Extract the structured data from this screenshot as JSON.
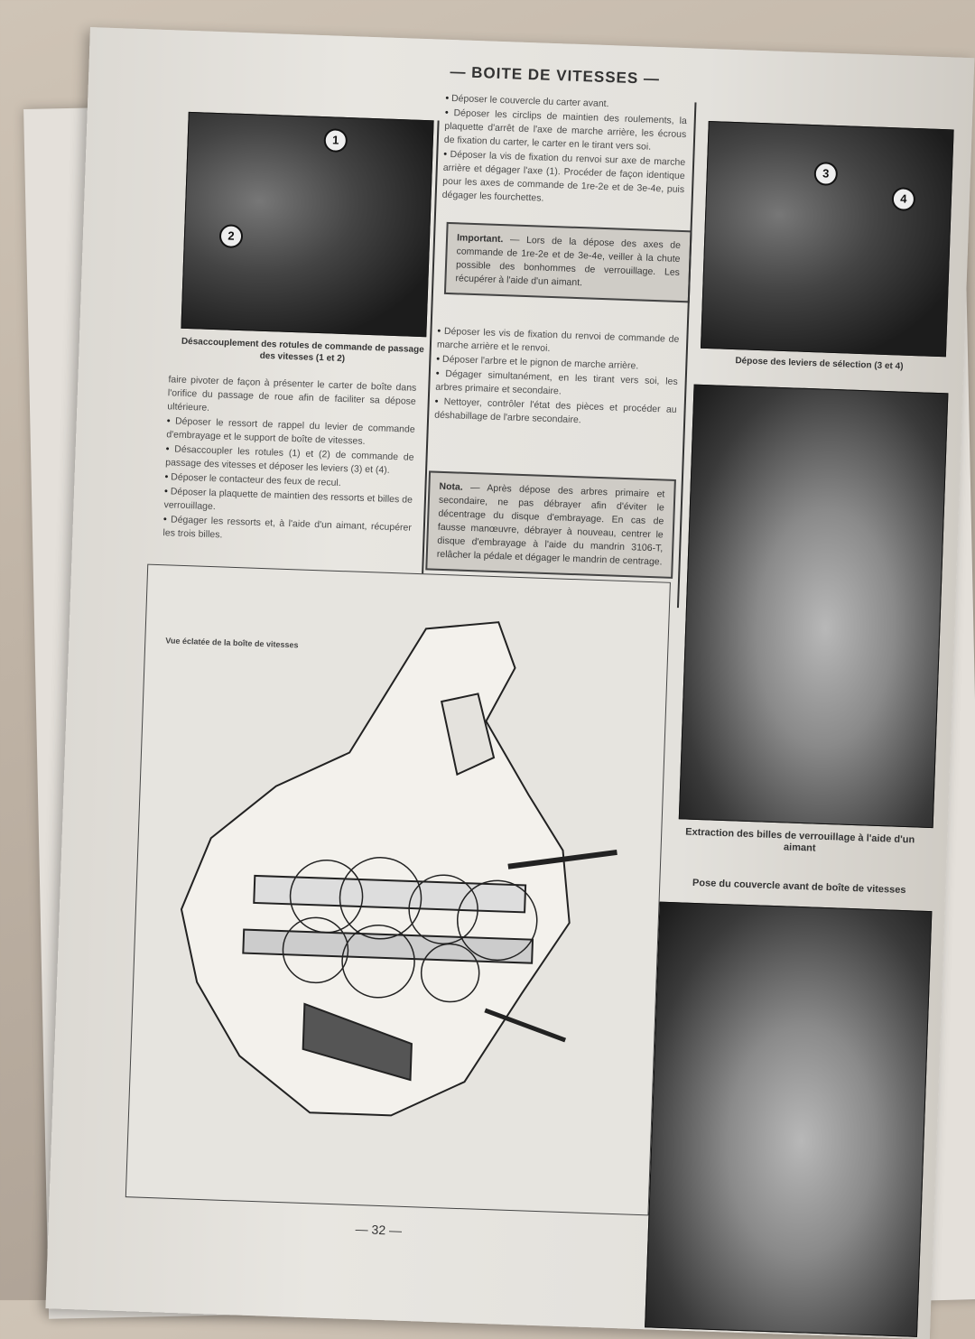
{
  "document": {
    "header": "— BOITE DE VITESSES —",
    "page_number": "— 32 —",
    "figures": {
      "top_left": {
        "markers": [
          "1",
          "2"
        ],
        "caption": "Désaccouplement des rotules de commande de passage des vitesses (1 et 2)"
      },
      "top_right": {
        "markers": [
          "3",
          "4"
        ],
        "caption": "Dépose des leviers de sélection (3 et 4)"
      },
      "middle_right": {
        "caption": "Extraction des billes de verrouillage à l'aide d'un aimant"
      },
      "bottom_right": {
        "caption": "Pose du couvercle avant de boîte de vitesses"
      },
      "diagram": {
        "title": "Vue éclatée de la boîte de vitesses"
      }
    },
    "left_column": [
      {
        "bullet": false,
        "text": "faire pivoter de façon à présenter le carter de boîte dans l'orifice du passage de roue afin de faciliter sa dépose ultérieure."
      },
      {
        "bullet": true,
        "text": "Déposer le ressort de rappel du levier de commande d'embrayage et le support de boîte de vitesses."
      },
      {
        "bullet": true,
        "text": "Désaccoupler les rotules (1) et (2) de commande de passage des vitesses et déposer les leviers (3) et (4)."
      },
      {
        "bullet": true,
        "text": "Déposer le contacteur des feux de recul."
      },
      {
        "bullet": true,
        "text": "Déposer la plaquette de maintien des ressorts et billes de verrouillage."
      },
      {
        "bullet": true,
        "text": "Dégager les ressorts et, à l'aide d'un aimant, récupérer les trois billes."
      }
    ],
    "right_column_top": [
      {
        "bullet": true,
        "text": "Déposer le couvercle du carter avant."
      },
      {
        "bullet": true,
        "text": "Déposer les circlips de maintien des roulements, la plaquette d'arrêt de l'axe de marche arrière, les écrous de fixation du carter, le carter en le tirant vers soi."
      },
      {
        "bullet": true,
        "text": "Déposer la vis de fixation du renvoi sur axe de marche arrière et dégager l'axe (1). Procéder de façon identique pour les axes de commande de 1re-2e et de 3e-4e, puis dégager les fourchettes."
      }
    ],
    "important_box": {
      "label": "Important.",
      "text": " — Lors de la dépose des axes de commande de 1re-2e et de 3e-4e, veiller à la chute possible des bonhommes de verrouillage. Les récupérer à l'aide d'un aimant."
    },
    "right_column_bottom": [
      {
        "bullet": true,
        "text": "Déposer les vis de fixation du renvoi de commande de marche arrière et le renvoi."
      },
      {
        "bullet": true,
        "text": "Déposer l'arbre et le pignon de marche arrière."
      },
      {
        "bullet": true,
        "text": "Dégager simultanément, en les tirant vers soi, les arbres primaire et secondaire."
      },
      {
        "bullet": true,
        "text": "Nettoyer, contrôler l'état des pièces et procéder au déshabillage de l'arbre secondaire."
      }
    ],
    "nota_box": {
      "label": "Nota.",
      "text": " — Après dépose des arbres primaire et secondaire, ne pas débrayer afin d'éviter le décentrage du disque d'embrayage. En cas de fausse manœuvre, débrayer à nouveau, centrer le disque d'embrayage à l'aide du mandrin 3106-T, relâcher la pédale et dégager le mandrin de centrage."
    }
  }
}
